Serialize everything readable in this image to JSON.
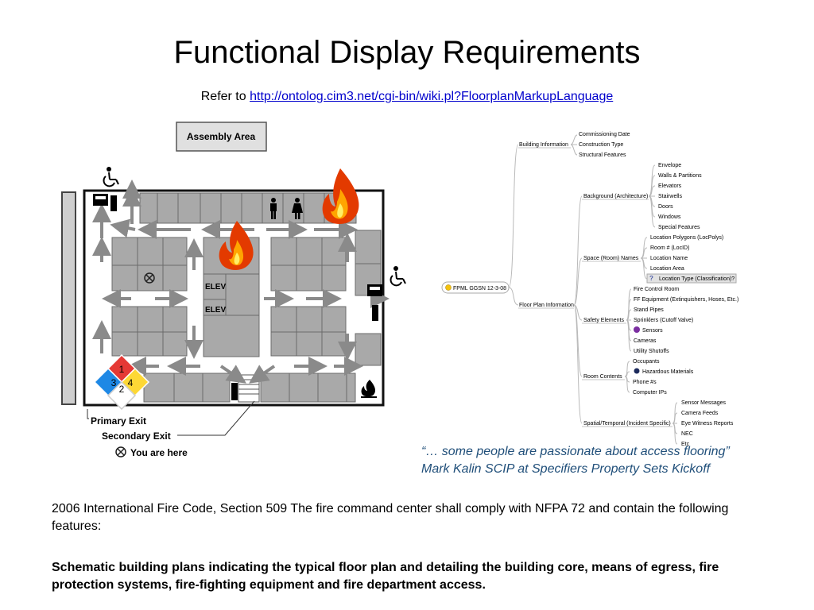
{
  "slide": {
    "title": "Functional Display Requirements",
    "refer_prefix": "Refer to ",
    "refer_link": "http://ontolog.cim3.net/cgi-bin/wiki.pl?FloorplanMarkupLanguage",
    "quote_line1": "“… some people are passionate about access flooring”",
    "quote_line2": "Mark Kalin SCIP at Specifiers Property Sets Kickoff",
    "body_text": "2006 International Fire Code, Section 509 The fire command center shall comply with NFPA 72 and contain the following features:",
    "bold_text": "Schematic building plans indicating the typical floor plan and detailing the building core, means of egress, fire protection systems, fire-fighting equipment and fire department access."
  },
  "floorplan": {
    "assembly_area": "Assembly Area",
    "elev1": "ELEV",
    "elev2": "ELEV",
    "primary_exit": "Primary Exit",
    "secondary_exit": "Secondary Exit",
    "you_are_here": "You are here",
    "nfpa_top": "1",
    "nfpa_left": "3",
    "nfpa_right": "4",
    "nfpa_bottom": "2"
  },
  "mindmap": {
    "root": "FPML GGSN 12-3-08",
    "building_information": "Building Information",
    "bi_items": [
      "Commissioning Date",
      "Construction Type",
      "Structural Features"
    ],
    "floor_plan_information": "Floor Plan Information",
    "background": "Background (Architecture)",
    "bg_items": [
      "Envelope",
      "Walls & Partitions",
      "Elevators",
      "Stairwells",
      "Doors",
      "Windows",
      "Special Features"
    ],
    "space_names": "Space (Room) Names",
    "space_items": [
      "Location Polygons (LocPolys)",
      "Room # (LocID)",
      "Location Name",
      "Location Area",
      "Location Type (Classification)?"
    ],
    "safety": "Safety Elements",
    "safety_items": [
      "Fire Control Room",
      "FF Equipment (Extinquishers, Hoses, Etc.)",
      "Stand Pipes",
      "Sprinklers (Cutoff Valve)",
      "Sensors",
      "Cameras",
      "Utility Shutoffs"
    ],
    "room_contents": "Room Contents",
    "rc_items": [
      "Occupants",
      "Hazardous Materials",
      "Phone #s",
      "Computer IPs"
    ],
    "spatial": "Spatial/Temporal (Incident Specific)",
    "sp_items": [
      "Sensor Messages",
      "Camera Feeds",
      "Eye Witness Reports",
      "NEC",
      "Etc"
    ]
  }
}
